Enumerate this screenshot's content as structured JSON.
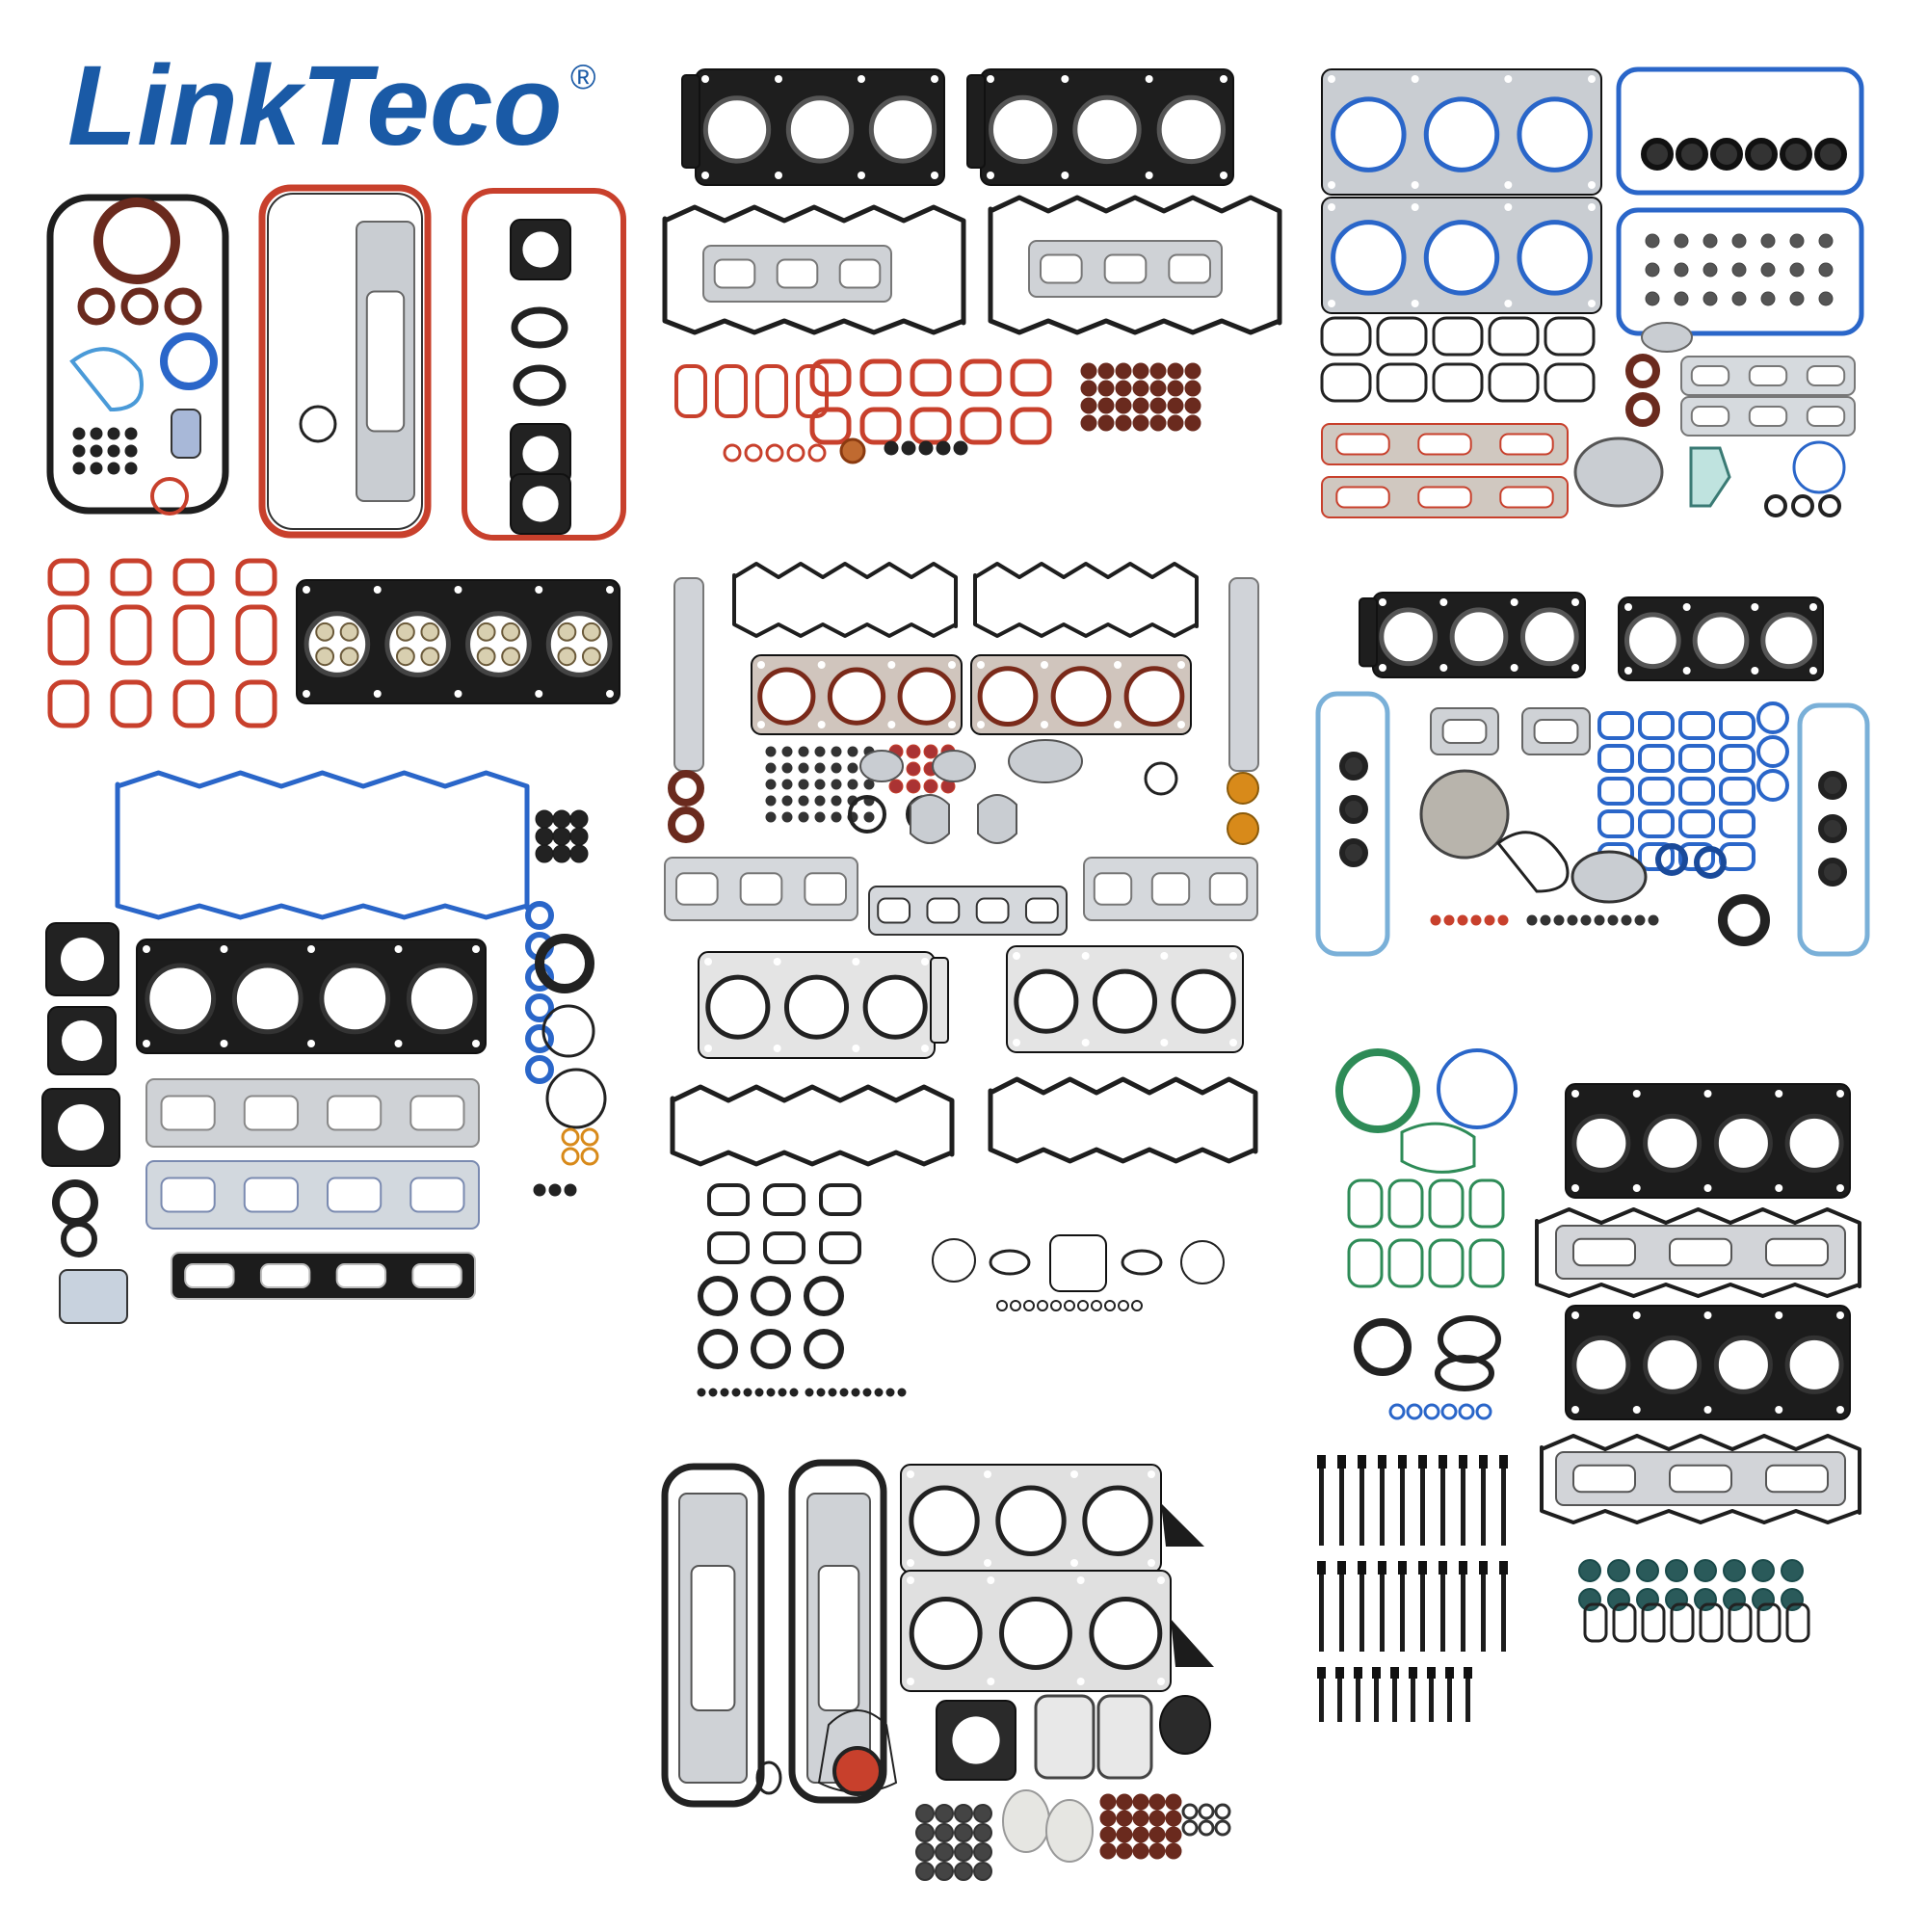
{
  "logo": {
    "text": "LinkTeco",
    "mark": "®",
    "color": "#1a5aa6"
  },
  "colors": {
    "black_gasket": "#1e1e1e",
    "red_gasket": "#c8402c",
    "blue_gasket": "#2a66c9",
    "green_gasket": "#2e8b57",
    "steel": "#c9cdd2",
    "brown_seal": "#6a2a1e",
    "amber": "#d88a1a",
    "cream_seal": "#e8d9b5"
  },
  "kits": [
    {
      "id": "kit-1",
      "engine": "4-cylinder",
      "style": "full-gasket-set-red-black"
    },
    {
      "id": "kit-2",
      "engine": "V6",
      "style": "head-gasket-set-red-intake"
    },
    {
      "id": "kit-3",
      "engine": "V6",
      "style": "full-gasket-set-blue-mls"
    },
    {
      "id": "kit-4",
      "engine": "4-cylinder",
      "style": "full-gasket-set-blue-cover"
    },
    {
      "id": "kit-5",
      "engine": "V6",
      "style": "full-gasket-set-steel"
    },
    {
      "id": "kit-6",
      "engine": "V6",
      "style": "full-gasket-set-pentastar"
    },
    {
      "id": "kit-7",
      "engine": "V6",
      "style": "head-gasket-set-black"
    },
    {
      "id": "kit-8",
      "engine": "V8",
      "style": "head-gasket-set-with-bolts"
    },
    {
      "id": "kit-9",
      "engine": "V6",
      "style": "head-gasket-set-cork-cover"
    }
  ]
}
